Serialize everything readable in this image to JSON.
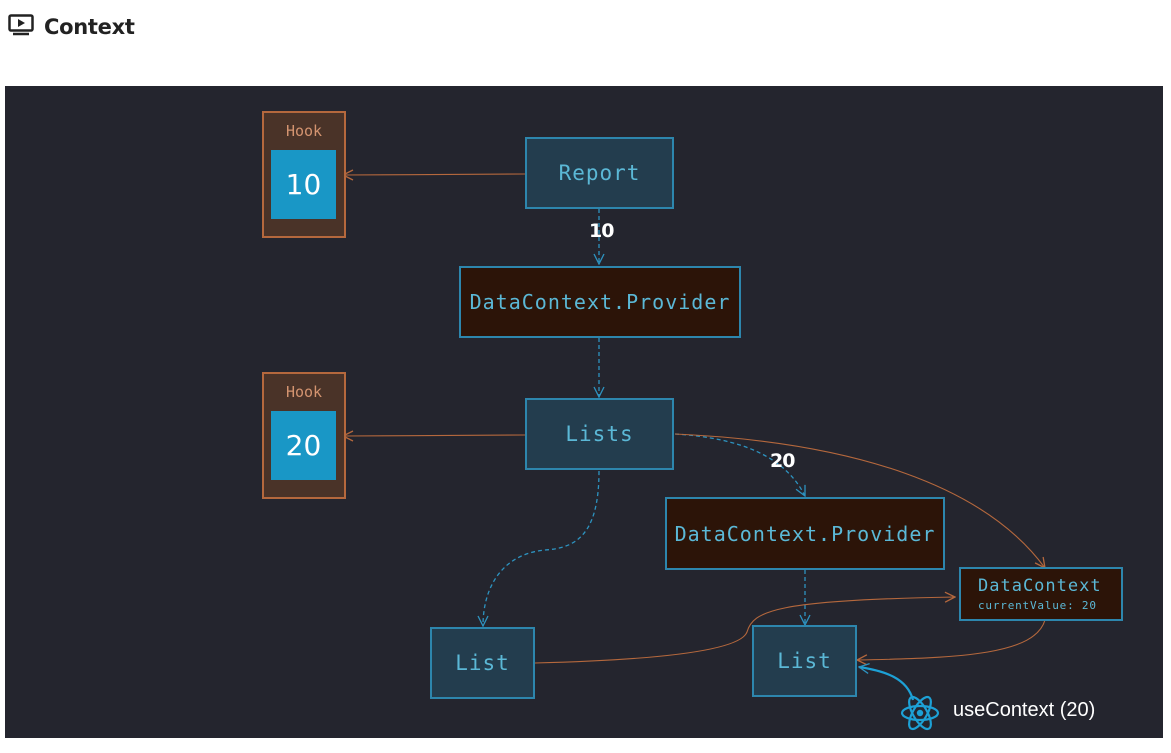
{
  "header": {
    "icon": "play-icon",
    "title": "Context"
  },
  "diagram": {
    "hooks": [
      {
        "label": "Hook",
        "value": "10"
      },
      {
        "label": "Hook",
        "value": "20"
      }
    ],
    "components": {
      "report": "Report",
      "lists": "Lists",
      "list_left": "List",
      "list_right": "List"
    },
    "providers": {
      "top": "DataContext.Provider",
      "nested": "DataContext.Provider"
    },
    "context": {
      "name": "DataContext",
      "current_value": "currentValue: 20"
    },
    "flow_labels": {
      "report_to_provider": "10",
      "lists_to_provider": "20"
    },
    "hook_caption": "useContext (20)",
    "hook_icon": "react-atom-icon",
    "colors": {
      "background": "#24252e",
      "component_fill": "#233d4e",
      "provider_fill": "#2c1408",
      "node_border": "#2d86ad",
      "hook_fill": "#4a3328",
      "hook_border": "#b5683d",
      "hook_value_fill": "#1997c6",
      "data_flow": "#2d93c0",
      "hook_link": "#b5683d",
      "react_accent": "#1da1d6"
    }
  }
}
